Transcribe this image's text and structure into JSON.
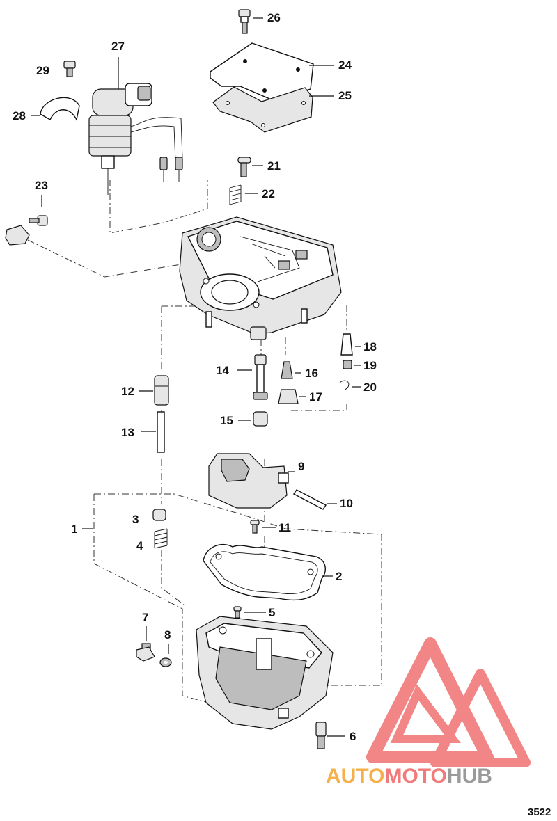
{
  "callouts": {
    "c1": "1",
    "c2": "2",
    "c3": "3",
    "c4": "4",
    "c5": "5",
    "c6": "6",
    "c7": "7",
    "c8": "8",
    "c9": "9",
    "c10": "10",
    "c11": "11",
    "c12": "12",
    "c13": "13",
    "c14": "14",
    "c15": "15",
    "c16": "16",
    "c17": "17",
    "c18": "18",
    "c19": "19",
    "c20": "20",
    "c21": "21",
    "c22": "22",
    "c23": "23",
    "c24": "24",
    "c25": "25",
    "c26": "26",
    "c27": "27",
    "c28": "28",
    "c29": "29"
  },
  "watermark": {
    "part1": "AUTO",
    "part2": "MOTO",
    "part3": "HUB",
    "color1": "#f5b04a",
    "color2": "#f27a7a",
    "color3": "#9a9a9a",
    "logo_color": "#f07070"
  },
  "figure_number": "3522"
}
